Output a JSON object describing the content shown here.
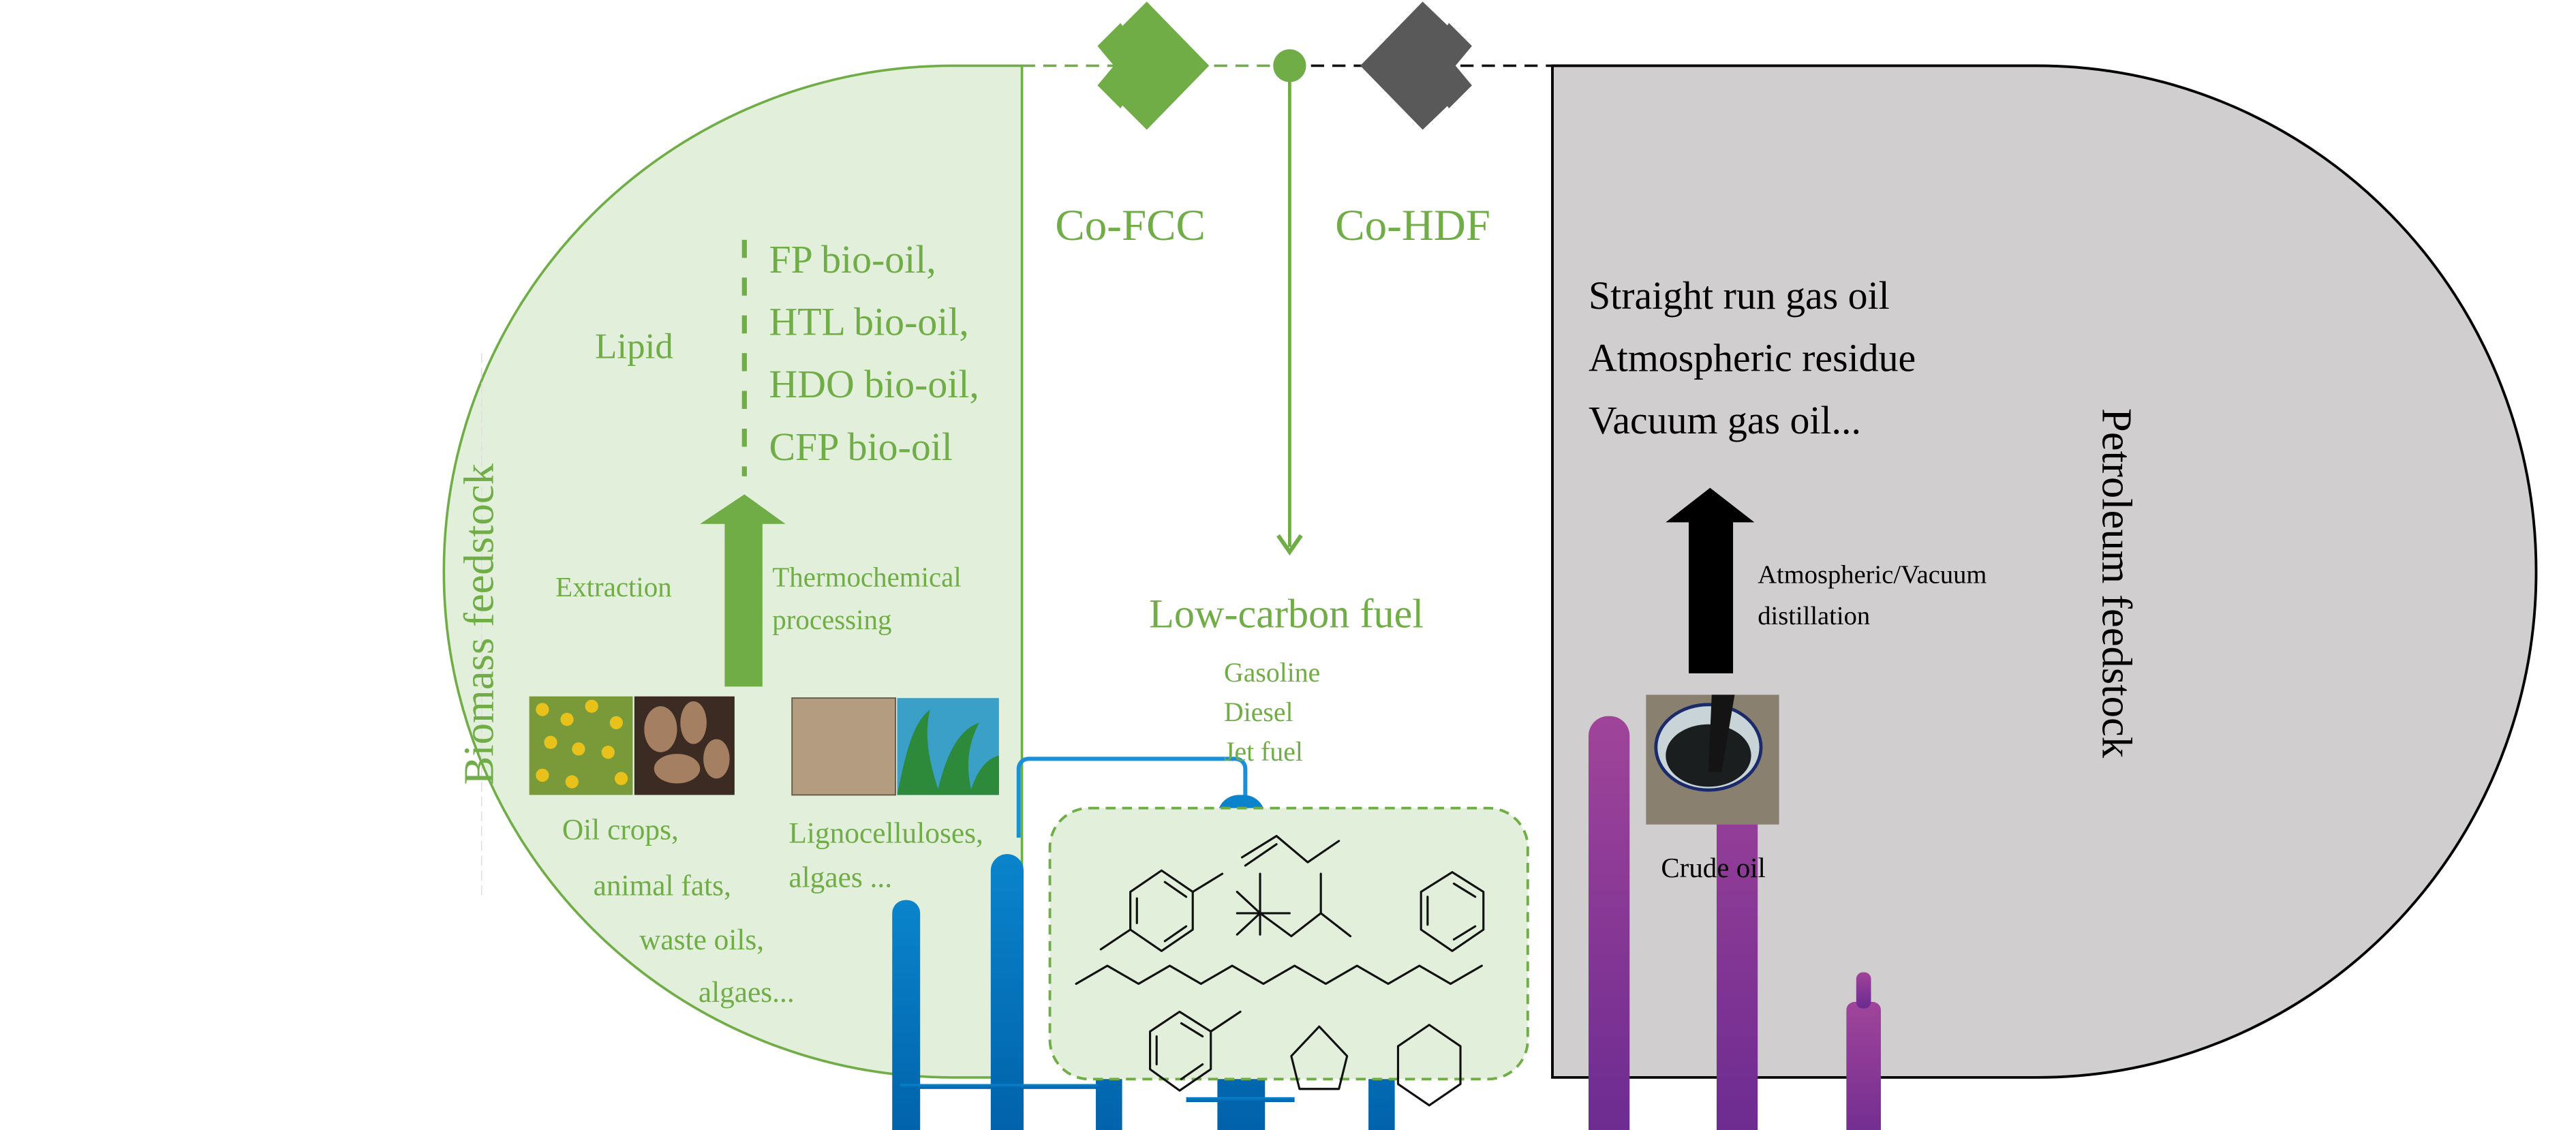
{
  "colors": {
    "green": "#70ad47",
    "light_green": "#e2efda",
    "grey_fill": "#d0cece",
    "dark_grey": "#595959",
    "fcc_blue": "#0070c0",
    "hdf_purple": "#7030a0"
  },
  "left_panel": {
    "side_label": "Biomass feedstock",
    "lipid": "Lipid",
    "bio_oils": [
      "FP bio-oil,",
      "HTL bio-oil,",
      "HDO bio-oil,",
      "CFP bio-oil"
    ],
    "extraction": "Extraction",
    "thermo": [
      "Thermochemical",
      "processing"
    ],
    "oil_feed": [
      "Oil crops,",
      "animal fats,",
      "waste oils,",
      "algaes..."
    ],
    "ligno_feed": [
      "Lignocelluloses,",
      "algaes ..."
    ]
  },
  "middle_panel": {
    "co_fcc": "Co-FCC",
    "co_hdf": "Co-HDF",
    "product_title": "Low-carbon fuel",
    "products": [
      "Gasoline",
      "Diesel",
      "Jet fuel"
    ]
  },
  "right_panel": {
    "side_label": "Petroleum feedstock",
    "feeds": [
      "Straight run gas oil",
      "Atmospheric residue",
      "Vacuum gas oil..."
    ],
    "process": [
      "Atmospheric/Vacuum",
      "distillation"
    ],
    "crude": "Crude oil"
  }
}
